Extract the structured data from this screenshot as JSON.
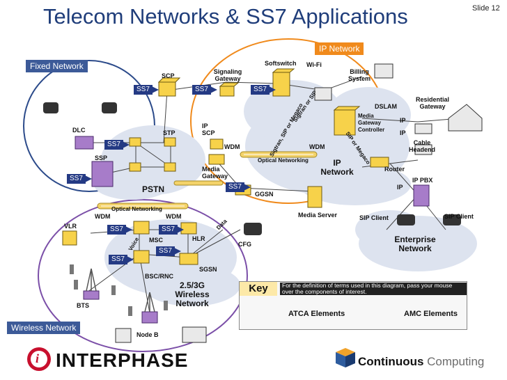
{
  "title": "Telecom Networks & SS7 Applications",
  "slide_number": "Slide 12",
  "regions": {
    "fixed": "Fixed Network",
    "ip": "IP Network",
    "wireless": "Wireless Network"
  },
  "ss7_tag": "SS7",
  "labels": {
    "scp": "SCP",
    "signaling_gateway": "Signaling Gateway",
    "softswitch": "Softswitch",
    "wifi": "Wi-Fi",
    "billing_system": "Billing System",
    "dslam": "DSLAM",
    "residential_gateway": "Residential Gateway",
    "ip_scp": "IP SCP",
    "dlc": "DLC",
    "stp": "STP",
    "ssp": "SSP",
    "pstn": "PSTN",
    "wdm": "WDM",
    "optical_networking": "Optical Networking",
    "sigtran_sip_megaco": "Sigtran, SIP or Megaco",
    "sigtran_or_sip": "Sigtran or SIP",
    "sip_or_megaco": "SIP or Megaco",
    "media_gateway_controller": "Media Gateway Controller",
    "ip": "IP",
    "cable_headend": "Cable Headend",
    "ip_network": "IP Network",
    "router": "Router",
    "ip_pbx": "IP PBX",
    "media_gateway": "Media Gateway",
    "ggsn": "GGSN",
    "media_server": "Media Server",
    "sip_client": "SIP Client",
    "enterprise_network": "Enterprise Network",
    "vlr": "VLR",
    "msc": "MSC",
    "hlr": "HLR",
    "cfg": "CFG",
    "voice": "Voice",
    "data": "Data",
    "sgsn": "SGSN",
    "bsc_rnc": "BSC/RNC",
    "wireless_network": "2.5/3G Wireless Network",
    "bts": "BTS",
    "node_b": "Node B"
  },
  "key": {
    "title": "Key",
    "description": "For the definition of terms used in this diagram, pass your mouse over the components of interest.",
    "atca": "ATCA Elements",
    "amc": "AMC Elements"
  },
  "branding": {
    "interphase": "INTERPHASE",
    "interphase_mark": "i",
    "cc_bold": "Continuous",
    "cc_light": "Computing"
  },
  "colors": {
    "title": "#1f3d7a",
    "ss7_tag": "#243a84",
    "fixed_circle": "#2b4a8a",
    "ip_circle": "#f08a1c",
    "wireless_circle": "#7b4fa8",
    "atca": "#f7d24a",
    "amc": "#a77cc9",
    "interphase_red": "#c8102e"
  }
}
